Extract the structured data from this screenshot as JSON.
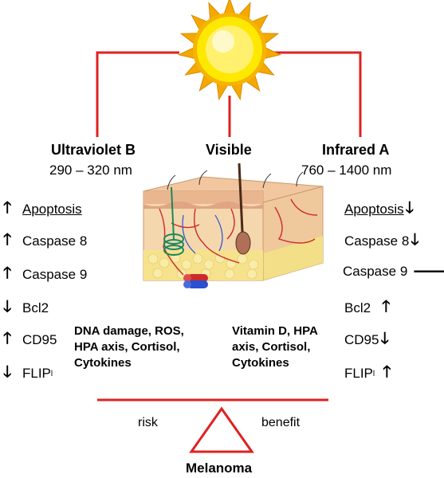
{
  "bands": {
    "uvb": {
      "title": "Ultraviolet B",
      "range": "290 – 320 nm"
    },
    "visible": {
      "title": "Visible"
    },
    "ira": {
      "title": "Infrared A",
      "range": "760 – 1400 nm"
    }
  },
  "left_list": [
    {
      "label": "Apoptosis",
      "arrow": "up"
    },
    {
      "label": "Caspase 8",
      "arrow": "up"
    },
    {
      "label": "Caspase 9",
      "arrow": "up"
    },
    {
      "label": "Bcl2",
      "arrow": "down"
    },
    {
      "label": "CD95",
      "arrow": "up"
    },
    {
      "label": "FLIP",
      "sub": "l",
      "arrow": "down"
    }
  ],
  "right_list": [
    {
      "label": "Apoptosis",
      "arrow": "down"
    },
    {
      "label": "Caspase 8",
      "arrow": "down"
    },
    {
      "label": "Caspase 9",
      "arrow": "right"
    },
    {
      "label": "Bcl2",
      "arrow": "up"
    },
    {
      "label": "CD95",
      "arrow": "down"
    },
    {
      "label": "FLIP",
      "sub": "l",
      "arrow": "up"
    }
  ],
  "effects": {
    "uvb": [
      "DNA damage, ROS,",
      "HPA axis, Cortisol,",
      "Cytokines"
    ],
    "visible_ira": [
      "Vitamin D, HPA",
      "axis, Cortisol,",
      "Cytokines"
    ]
  },
  "scale": {
    "risk": "risk",
    "benefit": "benefit",
    "outcome": "Melanoma"
  },
  "colors": {
    "line": "#e02020",
    "sun_core": "#ffe800",
    "sun_rays": "#f5a800",
    "skin": "#f1cfa3",
    "fat": "#f6e28c"
  }
}
